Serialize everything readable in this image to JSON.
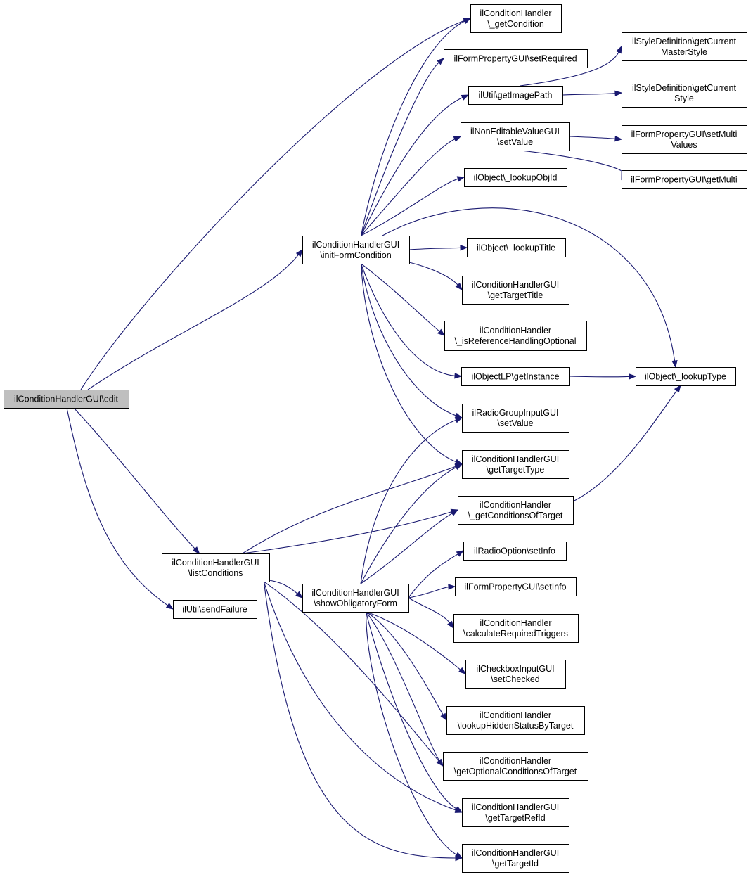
{
  "nodes": {
    "edit": [
      "ilConditionHandlerGUI\\edit"
    ],
    "initForm": [
      "ilConditionHandlerGUI",
      "\\initFormCondition"
    ],
    "listCond": [
      "ilConditionHandlerGUI",
      "\\listConditions"
    ],
    "sendFailure": [
      "ilUtil\\sendFailure"
    ],
    "showOblig": [
      "ilConditionHandlerGUI",
      "\\showObligatoryForm"
    ],
    "getCondition": [
      "ilConditionHandler",
      "\\_getCondition"
    ],
    "setRequired": [
      "ilFormPropertyGUI\\setRequired"
    ],
    "getImagePath": [
      "ilUtil\\getImagePath"
    ],
    "getCurMaster": [
      "ilStyleDefinition\\getCurrent",
      "MasterStyle"
    ],
    "getCurStyle": [
      "ilStyleDefinition\\getCurrent",
      "Style"
    ],
    "nevSetValue": [
      "ilNonEditableValueGUI",
      "\\setValue"
    ],
    "setMultiValues": [
      "ilFormPropertyGUI\\setMulti",
      "Values"
    ],
    "getMulti": [
      "ilFormPropertyGUI\\getMulti"
    ],
    "lookupObjId": [
      "ilObject\\_lookupObjId"
    ],
    "lookupTitle": [
      "ilObject\\_lookupTitle"
    ],
    "getTargetTitle": [
      "ilConditionHandlerGUI",
      "\\getTargetTitle"
    ],
    "isRefOpt": [
      "ilConditionHandler",
      "\\_isReferenceHandlingOptional"
    ],
    "lpInstance": [
      "ilObjectLP\\getInstance"
    ],
    "lookupType": [
      "ilObject\\_lookupType"
    ],
    "radioSetValue": [
      "ilRadioGroupInputGUI",
      "\\setValue"
    ],
    "getTargetType": [
      "ilConditionHandlerGUI",
      "\\getTargetType"
    ],
    "getCondOfTarget": [
      "ilConditionHandler",
      "\\_getConditionsOfTarget"
    ],
    "radioSetInfo": [
      "ilRadioOption\\setInfo"
    ],
    "fpSetInfo": [
      "ilFormPropertyGUI\\setInfo"
    ],
    "calcReq": [
      "ilConditionHandler",
      "\\calculateRequiredTriggers"
    ],
    "cbSetChecked": [
      "ilCheckboxInputGUI",
      "\\setChecked"
    ],
    "lookupHidden": [
      "ilConditionHandler",
      "\\lookupHiddenStatusByTarget"
    ],
    "getOptCond": [
      "ilConditionHandler",
      "\\getOptionalConditionsOfTarget"
    ],
    "getTargetRefId": [
      "ilConditionHandlerGUI",
      "\\getTargetRefId"
    ],
    "getTargetId": [
      "ilConditionHandlerGUI",
      "\\getTargetId"
    ]
  },
  "edges": [
    [
      "edit",
      "getCondition"
    ],
    [
      "edit",
      "initForm"
    ],
    [
      "edit",
      "listCond"
    ],
    [
      "edit",
      "sendFailure"
    ],
    [
      "initForm",
      "getCondition"
    ],
    [
      "initForm",
      "setRequired"
    ],
    [
      "initForm",
      "getImagePath"
    ],
    [
      "initForm",
      "nevSetValue"
    ],
    [
      "initForm",
      "lookupObjId"
    ],
    [
      "initForm",
      "lookupType"
    ],
    [
      "initForm",
      "lookupTitle"
    ],
    [
      "initForm",
      "getTargetTitle"
    ],
    [
      "initForm",
      "isRefOpt"
    ],
    [
      "initForm",
      "lpInstance"
    ],
    [
      "initForm",
      "radioSetValue"
    ],
    [
      "initForm",
      "getTargetType"
    ],
    [
      "getImagePath",
      "getCurMaster"
    ],
    [
      "getImagePath",
      "getCurStyle"
    ],
    [
      "nevSetValue",
      "setMultiValues"
    ],
    [
      "nevSetValue",
      "getMulti"
    ],
    [
      "lpInstance",
      "lookupType"
    ],
    [
      "getCondOfTarget",
      "lookupType"
    ],
    [
      "listCond",
      "getTargetType"
    ],
    [
      "listCond",
      "getCondOfTarget"
    ],
    [
      "listCond",
      "showOblig"
    ],
    [
      "listCond",
      "getOptCond"
    ],
    [
      "listCond",
      "getTargetRefId"
    ],
    [
      "listCond",
      "getTargetId"
    ],
    [
      "showOblig",
      "radioSetValue"
    ],
    [
      "showOblig",
      "getTargetType"
    ],
    [
      "showOblig",
      "getCondOfTarget"
    ],
    [
      "showOblig",
      "radioSetInfo"
    ],
    [
      "showOblig",
      "fpSetInfo"
    ],
    [
      "showOblig",
      "calcReq"
    ],
    [
      "showOblig",
      "cbSetChecked"
    ],
    [
      "showOblig",
      "lookupHidden"
    ],
    [
      "showOblig",
      "getOptCond"
    ],
    [
      "showOblig",
      "getTargetRefId"
    ],
    [
      "showOblig",
      "getTargetId"
    ]
  ]
}
